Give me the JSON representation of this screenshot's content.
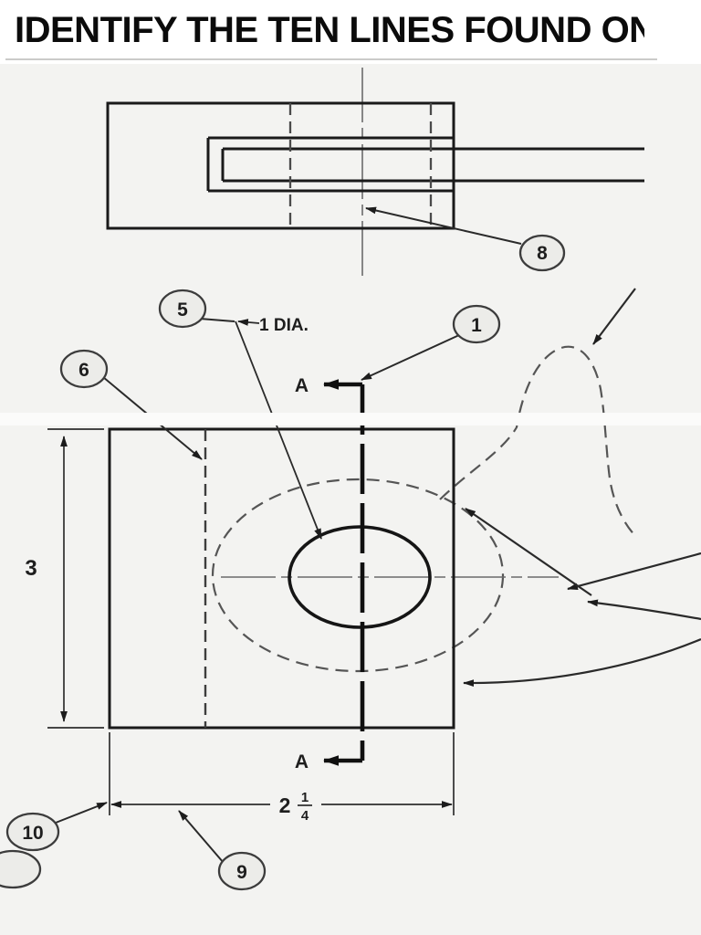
{
  "header": {
    "title": "IDENTIFY THE TEN LINES FOUND ON"
  },
  "labels": {
    "balloon_1": "1",
    "balloon_5": "5",
    "balloon_6": "6",
    "balloon_8": "8",
    "balloon_9": "9",
    "balloon_10": "10",
    "section_top": "A",
    "section_bottom": "A"
  },
  "dimensions": {
    "height": "3",
    "width_whole": "2",
    "width_numerator": "1",
    "width_denominator": "4",
    "hole_note": "1 DIA."
  },
  "colors": {
    "object_line": "#1a1a1a",
    "hidden_line": "#3d3d3d",
    "center_line": "#6b6b6b",
    "phantom_line": "#555555",
    "balloon_fill": "#ecece9",
    "balloon_stroke": "#3c3c3c",
    "background": "#f3f3f1",
    "header_bg": "#ffffff"
  }
}
